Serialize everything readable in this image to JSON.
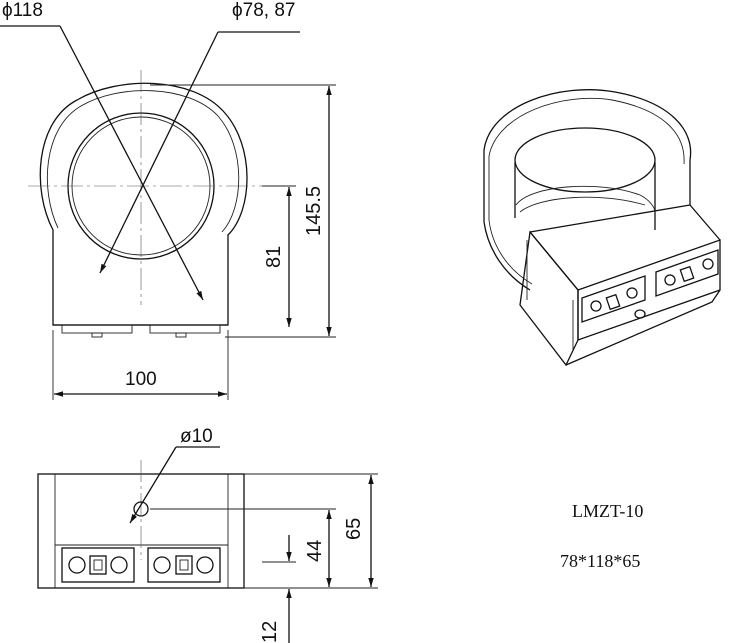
{
  "front_view": {
    "dia_outer": "ϕ118",
    "dia_inner": "ϕ78, 87",
    "width": "100",
    "height_total": "145.5",
    "height_center": "81"
  },
  "side_view": {
    "hole_dia": "ø10",
    "height": "65",
    "hole_height": "44",
    "terminal_height": "12"
  },
  "info": {
    "model": "LMZT-10",
    "size": "78*118*65"
  }
}
